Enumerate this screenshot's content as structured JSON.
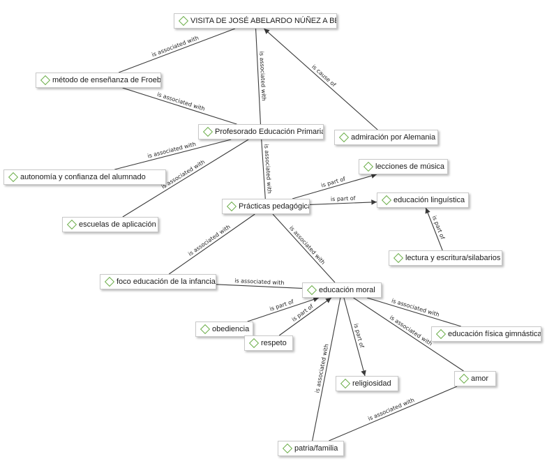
{
  "nodes": [
    {
      "id": "n1",
      "label": "VISITA DE JOSÉ ABELARDO NÚÑEZ A BERLÍN"
    },
    {
      "id": "n2",
      "label": "método de enseñanza de Froebel"
    },
    {
      "id": "n3",
      "label": "Profesorado Educación Primaria"
    },
    {
      "id": "n4",
      "label": "admiración por Alemania"
    },
    {
      "id": "n5",
      "label": "autonomía y confianza del alumnado"
    },
    {
      "id": "n6",
      "label": "lecciones de música"
    },
    {
      "id": "n7",
      "label": "Prácticas pedagógicas"
    },
    {
      "id": "n8",
      "label": "educación linguística"
    },
    {
      "id": "n9",
      "label": "escuelas de aplicación"
    },
    {
      "id": "n10",
      "label": "lectura y escritura/silabarios"
    },
    {
      "id": "n11",
      "label": "foco educación de la infancia"
    },
    {
      "id": "n12",
      "label": "educación moral"
    },
    {
      "id": "n13",
      "label": "educación física gimnástica"
    },
    {
      "id": "n14",
      "label": "obediencia"
    },
    {
      "id": "n15",
      "label": "respeto"
    },
    {
      "id": "n16",
      "label": "religiosidad"
    },
    {
      "id": "n17",
      "label": "amor"
    },
    {
      "id": "n18",
      "label": "patria/familia"
    }
  ],
  "edges": [
    {
      "from": "n2",
      "to": "n1",
      "label": "is associated with",
      "arrow": false
    },
    {
      "from": "n2",
      "to": "n3",
      "label": "is associated with",
      "arrow": false
    },
    {
      "from": "n1",
      "to": "n3",
      "label": "is associated with",
      "arrow": false
    },
    {
      "from": "n4",
      "to": "n1",
      "label": "is cause of",
      "arrow": true
    },
    {
      "from": "n5",
      "to": "n3",
      "label": "is associated with",
      "arrow": false
    },
    {
      "from": "n9",
      "to": "n3",
      "label": "is associated with",
      "arrow": false
    },
    {
      "from": "n3",
      "to": "n7",
      "label": "is associated with",
      "arrow": false
    },
    {
      "from": "n7",
      "to": "n6",
      "label": "is part of",
      "arrow": true
    },
    {
      "from": "n7",
      "to": "n8",
      "label": "is part of",
      "arrow": true
    },
    {
      "from": "n10",
      "to": "n8",
      "label": "is part of",
      "arrow": true
    },
    {
      "from": "n11",
      "to": "n7",
      "label": "is associated with",
      "arrow": false
    },
    {
      "from": "n7",
      "to": "n12",
      "label": "is associated with",
      "arrow": false
    },
    {
      "from": "n11",
      "to": "n12",
      "label": "is associated with",
      "arrow": false
    },
    {
      "from": "n14",
      "to": "n12",
      "label": "is part of",
      "arrow": true
    },
    {
      "from": "n15",
      "to": "n12",
      "label": "is part of",
      "arrow": true
    },
    {
      "from": "n12",
      "to": "n16",
      "label": "is part of",
      "arrow": true
    },
    {
      "from": "n12",
      "to": "n13",
      "label": "is associated with",
      "arrow": false
    },
    {
      "from": "n12",
      "to": "n17",
      "label": "is associated with",
      "arrow": false
    },
    {
      "from": "n18",
      "to": "n12",
      "label": "is associated with",
      "arrow": false
    },
    {
      "from": "n17",
      "to": "n18",
      "label": "is associated with",
      "arrow": false
    }
  ]
}
